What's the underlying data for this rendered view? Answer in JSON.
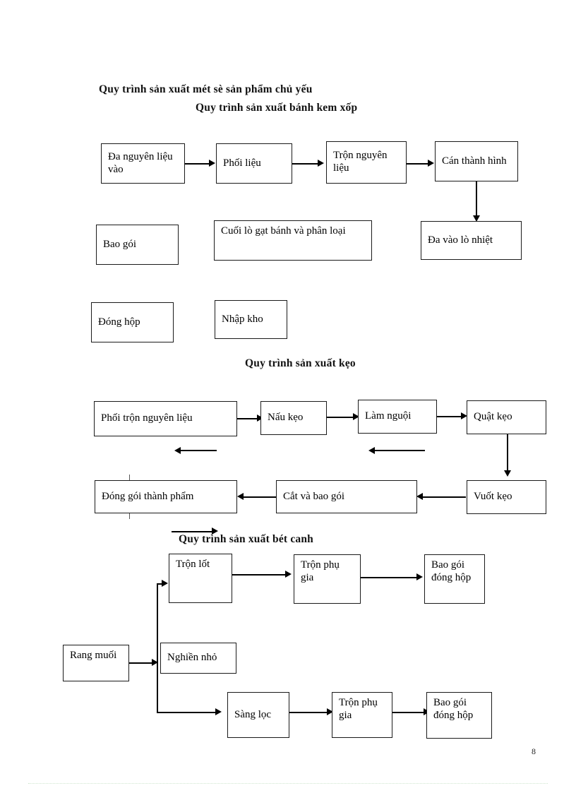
{
  "document": {
    "page_number": "8",
    "headings": {
      "main": "Quy trình sản xuất mét sè sản phẩm chủ yếu",
      "section1": "Quy trình sản xuất bánh kem xốp",
      "section2": "Quy trình sản xuất kẹo",
      "section3": "Quy trình sản xuất bét canh"
    }
  },
  "flowchart_wafer": {
    "boxes": {
      "raw_material_in": "Đa  nguyên liệu vào",
      "mixing_ratio": "Phối liệu",
      "mix_materials": "Trộn nguyên liệu",
      "form_shape": "Cán thành hình",
      "packaging": "Bao gói",
      "oven_sort": "Cuối lò gạt bánh và phân loại",
      "into_oven": "Đa   vào lò nhiệt",
      "boxing": "Đóng hộp",
      "warehouse": "Nhập kho"
    }
  },
  "flowchart_candy": {
    "boxes": {
      "mix_materials": "Phối trộn nguyên liệu",
      "cook_candy": "Nấu kẹo",
      "cooling": "Làm nguội",
      "beat_candy": "Quật kẹo",
      "pull_candy": "Vuốt kẹo",
      "cut_and_wrap": "Cắt và bao gói",
      "final_packaging": "Đóng gói thành phẩm"
    }
  },
  "flowchart_seasoning": {
    "boxes": {
      "mix_base": "Trộn  lốt",
      "mix_additive_top": "Trộn phụ gia",
      "packaging_top": "Bao gói đóng hộp",
      "roast_salt": "Rang muối",
      "grind_fine": "Nghiền nhỏ",
      "sieve": "Sàng lọc",
      "mix_additive_bottom": "Trộn phụ gia",
      "packaging_bottom": "Bao gói đóng hộp"
    }
  }
}
